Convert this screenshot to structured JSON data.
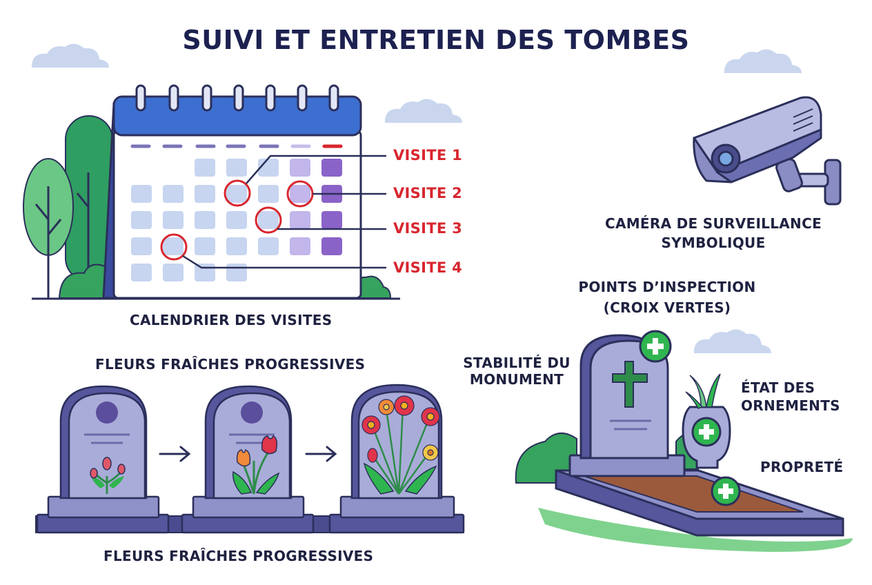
{
  "title": "SUIVI ET ENTRETIEN DES TOMBES",
  "calendar": {
    "caption": "CALENDRIER DES VISITES",
    "visits": [
      "VISITE 1",
      "VISITE 2",
      "VISITE 3",
      "VISITE 4"
    ]
  },
  "flowers": {
    "title_top": "FLEURS FRAÎCHES PROGRESSIVES",
    "title_bottom": "FLEURS FRAÎCHES PROGRESSIVES"
  },
  "camera": {
    "caption_line1": "CAMÉRA DE SURVEILLANCE",
    "caption_line2": "SYMBOLIQUE"
  },
  "inspection": {
    "title_line1": "POINTS D’INSPECTION",
    "title_line2": "(CROIX VERTES)",
    "points": {
      "stability_line1": "STABILITÉ DU",
      "stability_line2": "MONUMENT",
      "ornaments_line1": "ÉTAT DES",
      "ornaments_line2": "ORNEMENTS",
      "cleanliness": "PROPRETÉ"
    }
  },
  "colors": {
    "accent_red": "#d8262e",
    "navy": "#1c2150",
    "stone": "#a9acd8",
    "green_cross": "#2fb54f"
  }
}
